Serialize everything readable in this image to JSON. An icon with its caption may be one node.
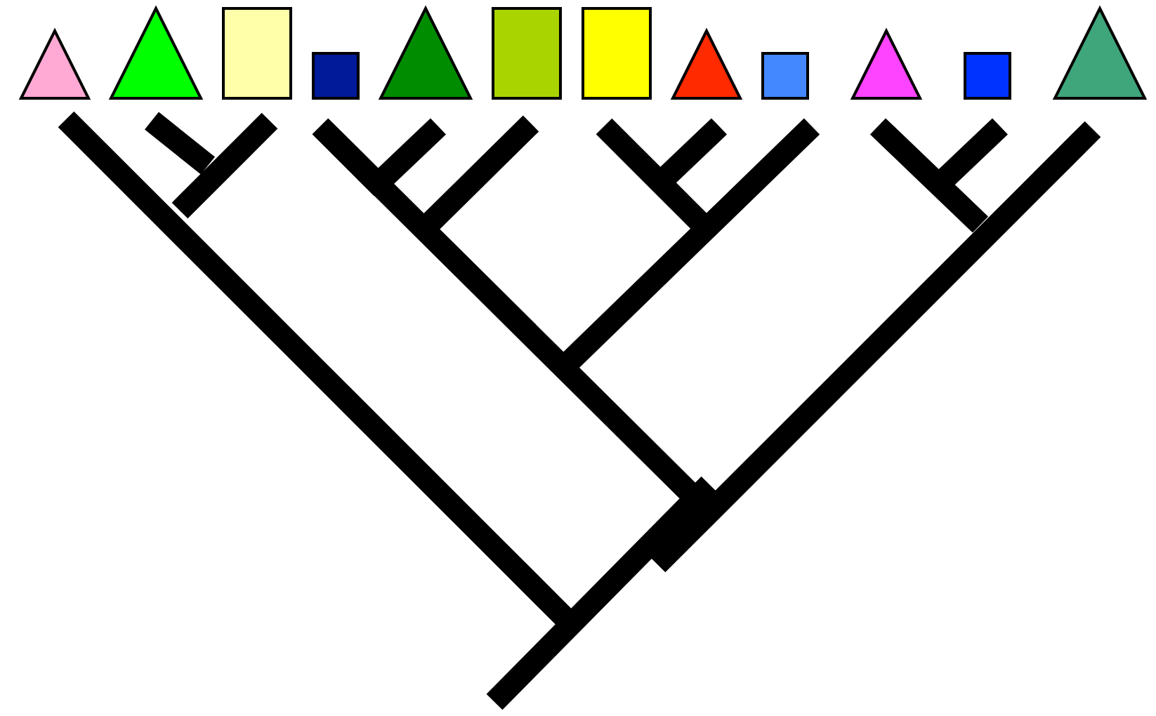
{
  "diagram": {
    "nodes": [
      {
        "text": [],
        "shape": "triangle"
      },
      {
        "text": [],
        "shape": "triangle"
      },
      {
        "text": [],
        "shape": "box"
      },
      {
        "text": [],
        "shape": "box"
      },
      {
        "text": [],
        "shape": "triangle"
      },
      {
        "text": [],
        "shape": "box"
      },
      {
        "text": [],
        "shape": "box"
      },
      {
        "text": [],
        "shape": "triangle"
      },
      {
        "text": [],
        "shape": "box"
      },
      {
        "text": [],
        "shape": "triangle"
      },
      {
        "text": [],
        "shape": "box"
      },
      {
        "text": [],
        "shape": "triangle"
      }
    ]
  }
}
